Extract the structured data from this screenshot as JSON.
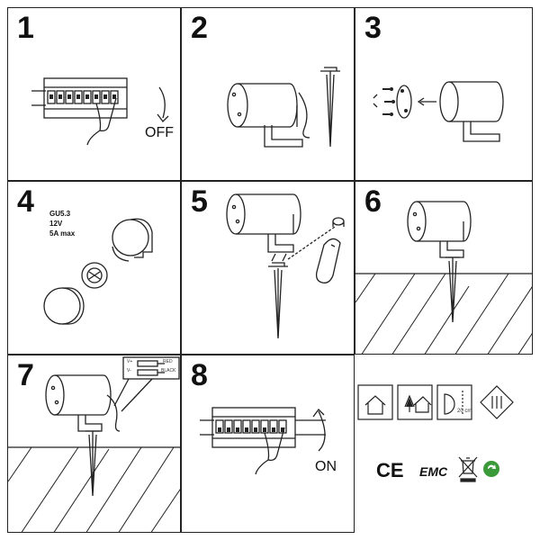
{
  "steps": [
    {
      "number": "1",
      "caption": "OFF"
    },
    {
      "number": "2"
    },
    {
      "number": "3"
    },
    {
      "number": "4",
      "specs": [
        "GU5.3",
        "12V",
        "5A max"
      ]
    },
    {
      "number": "5"
    },
    {
      "number": "6"
    },
    {
      "number": "7",
      "wire_labels": [
        "V+",
        "V-",
        "RED",
        "BLACK"
      ]
    },
    {
      "number": "8",
      "caption": "ON"
    }
  ],
  "symbols": {
    "distance": "20 cm",
    "ce_mark": "CE",
    "emc_mark": "EMC"
  },
  "colors": {
    "line": "#222222",
    "recycle": "#3a9a3a"
  }
}
